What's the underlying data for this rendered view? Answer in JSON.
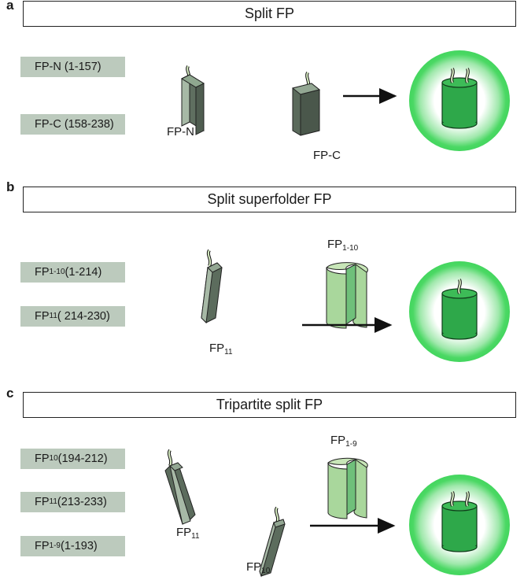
{
  "panel_a": {
    "letter": "a",
    "title": "Split FP",
    "fragments": [
      "FP-N (1-157)",
      "FP-C (158-238)"
    ],
    "piece_labels": [
      "FP-N",
      "FP-C"
    ]
  },
  "panel_b": {
    "letter": "b",
    "title": "Split superfolder FP",
    "fragments": [
      {
        "base": "FP",
        "sub": "1-10",
        "rest": " (1-214)"
      },
      {
        "base": "FP",
        "sub": "11",
        "rest": "( 214-230)"
      }
    ],
    "piece_labels": [
      {
        "base": "FP",
        "sub": "1-10"
      },
      {
        "base": "FP",
        "sub": "11"
      }
    ]
  },
  "panel_c": {
    "letter": "c",
    "title": "Tripartite split FP",
    "fragments": [
      {
        "base": "FP",
        "sub": "10",
        "rest": " (194-212)"
      },
      {
        "base": "FP",
        "sub": "11",
        "rest": " (213-233)"
      },
      {
        "base": "FP",
        "sub": "1-9",
        "rest": " (1-193)"
      }
    ],
    "piece_labels": [
      {
        "base": "FP",
        "sub": "1-9"
      },
      {
        "base": "FP",
        "sub": "11"
      },
      {
        "base": "FP",
        "sub": "10"
      }
    ]
  },
  "colors": {
    "fragment_box": "#bccabd",
    "halo": "#43d65e",
    "barrel": "#2ea84a",
    "strand": "#6f8a70",
    "open_barrel": "#a9d79c"
  },
  "icons": [
    "strand-fragment",
    "fluorescent-barrel",
    "open-barrel",
    "reaction-arrow"
  ]
}
